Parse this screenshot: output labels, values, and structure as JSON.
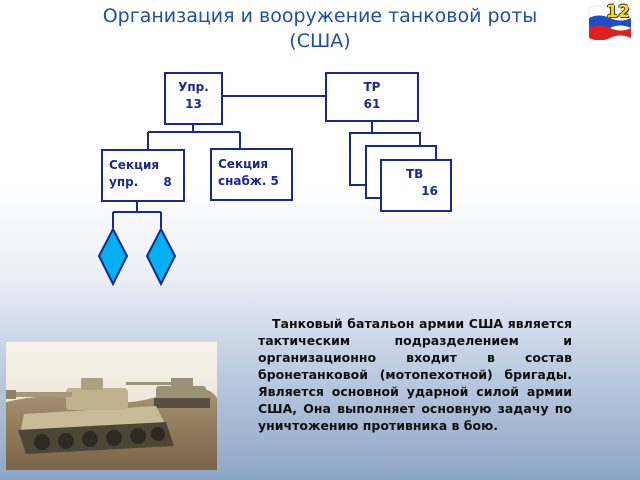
{
  "header": {
    "title": "Организация и вооружение танковой роты",
    "subtitle": "(США)",
    "slide_number": "12"
  },
  "org_chart": {
    "hq": {
      "line1": "Упр.",
      "line2": "13"
    },
    "tank_platoon": {
      "line1": "ТР",
      "line2": "61"
    },
    "hq_section": {
      "line1": "Секция",
      "line2": "упр.      8"
    },
    "supply_section": {
      "line1": "Секция",
      "line2": "снабж. 5"
    },
    "tank_squad": {
      "line1": "ТВ",
      "line2": "16"
    }
  },
  "description": "Танковый батальон армии США является тактическим подразделением и организационно входит в состав бронетанковой (мотопехотной) бригады. Является основной ударной силой армии США, Она выполняет основную задачу по уничтожению противника в бою.",
  "colors": {
    "title": "#1f4fa0",
    "box_border": "#1a2a8c",
    "diamond_fill": "#00b0f0"
  },
  "icons": {
    "flag": "russian-flag-icon",
    "photo": "tank-photo"
  }
}
